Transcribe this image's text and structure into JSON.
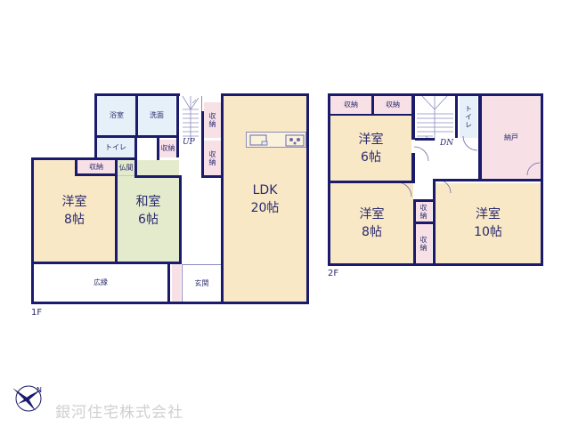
{
  "floor1": {
    "label": "1F",
    "rooms": {
      "bath": "浴室",
      "washroom": "洗面",
      "toilet": "トイレ",
      "storage_hall": "収納",
      "storage_western": "収納",
      "butsuma": "仏間",
      "western_name": "洋室",
      "western_size": "8帖",
      "japanese_name": "和室",
      "japanese_size": "6帖",
      "engawa": "広縁",
      "entrance": "玄関",
      "ldk_name": "LDK",
      "ldk_size": "20帖",
      "storage_stair_upper": "収納",
      "storage_stair_lower": "収納"
    },
    "stairs": "UP"
  },
  "floor2": {
    "label": "2F",
    "rooms": {
      "storage_a": "収納",
      "storage_b": "収納",
      "western6_name": "洋室",
      "western6_size": "6帖",
      "toilet": "トイレ",
      "nando": "納戸",
      "western8_name": "洋室",
      "western8_size": "8帖",
      "western10_name": "洋室",
      "western10_size": "10帖",
      "storage_closet_upper": "収納",
      "storage_closet_lower": "収納"
    },
    "stairs": "DN"
  },
  "compass": {
    "icon": "compass-north-icon",
    "letter": "N"
  },
  "company": "銀河住宅株式会社",
  "colors": {
    "wall": "#1b1b6b",
    "western": "#f8e8c6",
    "japanese": "#e4ebcd",
    "wet": "#e6f0f8",
    "storage": "#f7e0e6"
  }
}
